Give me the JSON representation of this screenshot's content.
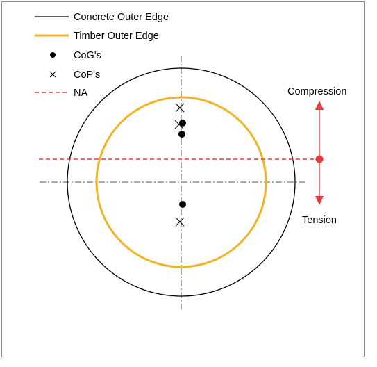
{
  "legend": {
    "concrete": "Concrete Outer Edge",
    "timber": "Timber Outer Edge",
    "cog": "CoG's",
    "cop": "CoP's",
    "na": "NA"
  },
  "labels": {
    "compression": "Compression",
    "tension": "Tension"
  },
  "colors": {
    "concrete": "#000000",
    "timber": "#f0b429",
    "na": "#e8393b",
    "axis": "#555555",
    "frame": "#8c8c8c"
  }
}
